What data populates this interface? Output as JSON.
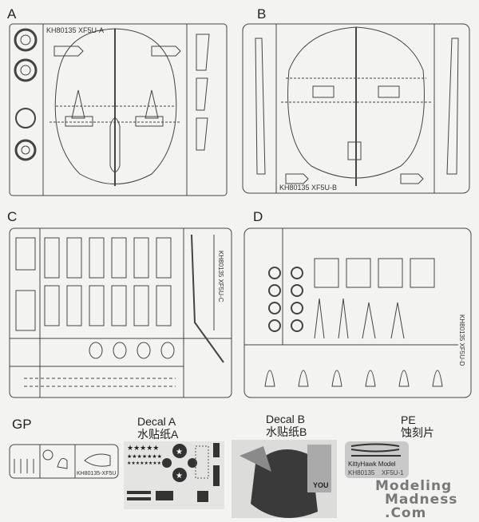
{
  "sprues": {
    "a": {
      "label": "A",
      "code": "KH80135 XF5U-A"
    },
    "b": {
      "label": "B",
      "code": "KH80135 XF5U-B"
    },
    "c": {
      "label": "C",
      "code": "KH80135 XF5U-C"
    },
    "d": {
      "label": "D",
      "code": "KH80135 XF5U-D"
    },
    "gp": {
      "label": "GP",
      "code": "KH80135-XF5U"
    }
  },
  "decal_a": {
    "label": "Decal A",
    "label_cn": "水贴纸A"
  },
  "decal_b": {
    "label": "Decal B",
    "label_cn": "水贴纸B",
    "poster_text": "YOU"
  },
  "pe": {
    "label": "PE",
    "label_cn": "蚀刻片",
    "brand": "KittyHawk Model",
    "code": "KH80135",
    "model": "XF5U-1"
  },
  "watermark": {
    "line1": "Modeling",
    "line2": "Madness",
    "line3": ".Com"
  }
}
